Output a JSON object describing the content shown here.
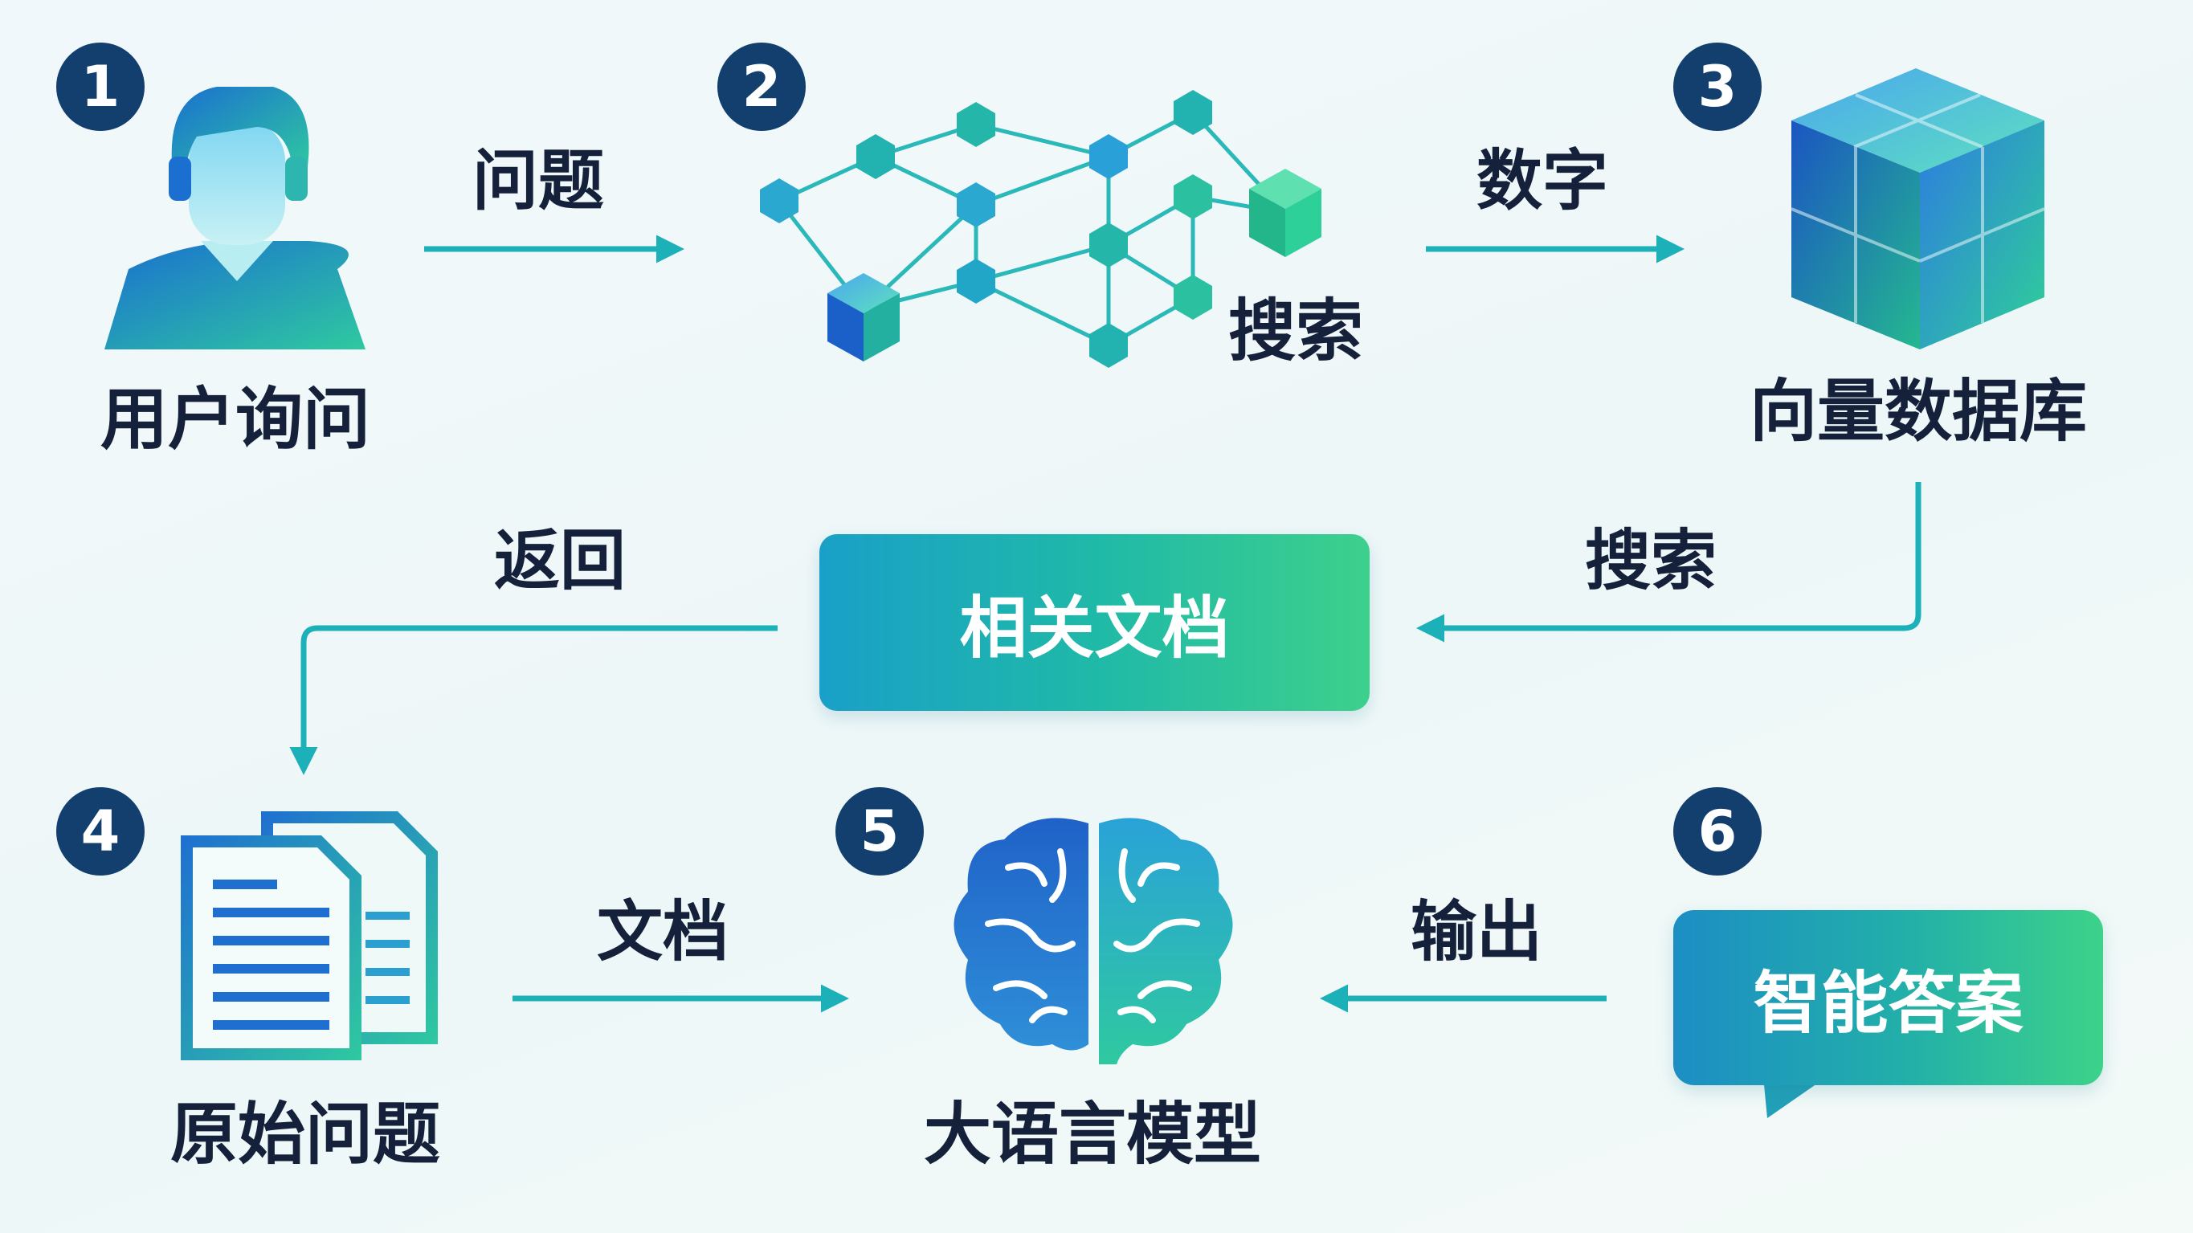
{
  "steps": [
    {
      "number": "1",
      "label": "用户询问"
    },
    {
      "number": "2",
      "label": "搜索"
    },
    {
      "number": "3",
      "label": "向量数据库"
    },
    {
      "number": "4",
      "label": "原始问题"
    },
    {
      "number": "5",
      "label": "大语言模型"
    },
    {
      "number": "6",
      "label": "智能答案"
    }
  ],
  "arrows": {
    "question": "问题",
    "digital": "数字",
    "search": "搜索",
    "return": "返回",
    "documents": "文档",
    "output": "输出"
  },
  "relevant_docs": "相关文档",
  "icons": {
    "user": "user-icon",
    "network": "network-graph-icon",
    "database": "cube-database-icon",
    "documents": "documents-icon",
    "brain": "brain-icon",
    "answer": "speech-bubble-icon"
  },
  "colors": {
    "badge": "#123f6e",
    "arrow": "#1cb0b8",
    "text": "#15213a",
    "gradient_start": "#1a8fd0",
    "gradient_end": "#3dd08c"
  }
}
